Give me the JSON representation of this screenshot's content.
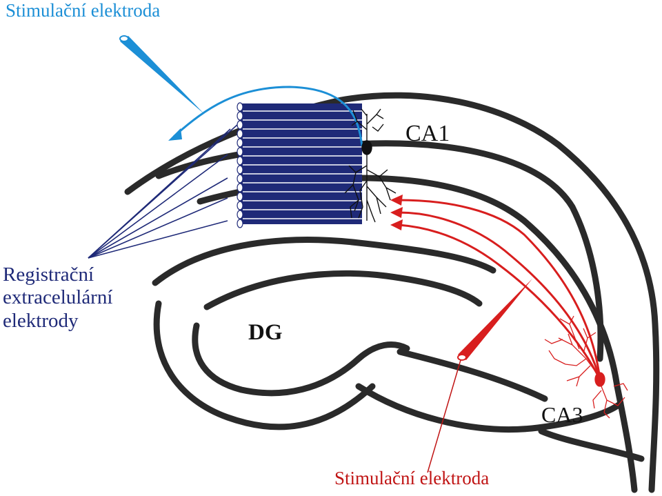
{
  "labels": {
    "stim_top": "Stimulační elektroda",
    "recording": [
      "Registrační",
      "extracelulární",
      "elektrody"
    ],
    "ca1": "CA1",
    "dg": "DG",
    "ca3": "CA3",
    "stim_bottom": "Stimulační elektroda"
  },
  "colors": {
    "outline": "#2a2a2a",
    "electrode_blue": "#1c8fd6",
    "recording_navy": "#1f2a78",
    "electrode_red": "#d81e1e",
    "neuron_black": "#111111"
  }
}
